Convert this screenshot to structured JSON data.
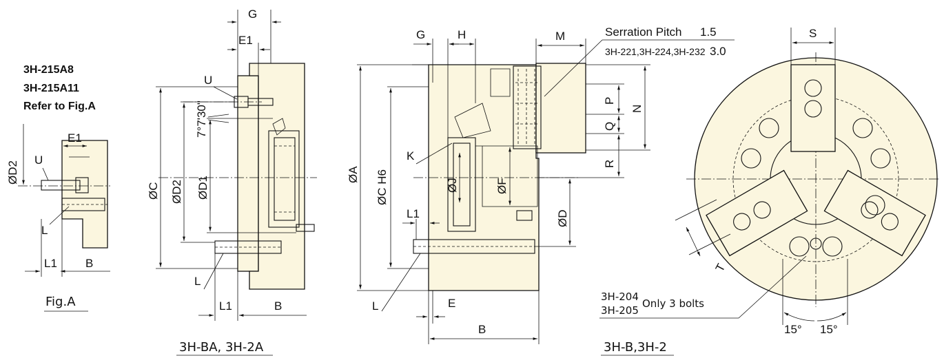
{
  "fig_a": {
    "models": [
      "3H-215A8",
      "3H-215A11"
    ],
    "note": "Refer to Fig.A",
    "caption": "Fig.A",
    "labels": {
      "d2": "ØD2",
      "e1": "E1",
      "u": "U",
      "l": "L",
      "l1": "L1",
      "b": "B"
    }
  },
  "view_ba": {
    "caption": "3H-BA, 3H-2A",
    "labels": {
      "g": "G",
      "e1": "E1",
      "u": "U",
      "angle": "7°7'30\"",
      "c": "ØC",
      "d2": "ØD2",
      "d1": "ØD1",
      "l": "L",
      "l1": "L1",
      "b": "B"
    }
  },
  "view_b": {
    "labels": {
      "g": "G",
      "h": "H",
      "m": "M",
      "a": "ØA",
      "c_h6": "ØC H6",
      "k": "K",
      "j": "ØJ",
      "f": "ØF",
      "d": "ØD",
      "l1": "L1",
      "l": "L",
      "e": "E",
      "b": "B",
      "p": "P",
      "q": "Q",
      "n": "N",
      "r": "R"
    },
    "serration_label": "Serration Pitch",
    "serration_value": "1.5",
    "serration_models": "3H-221,3H-224,3H-232",
    "serration_value_2": "3.0"
  },
  "view_front": {
    "caption": "3H-B,3H-2",
    "labels": {
      "s": "S",
      "t": "T",
      "angle_left": "15°",
      "angle_right": "15°"
    },
    "note_models": [
      "3H-204",
      "3H-205"
    ],
    "note_text": "Only 3 bolts"
  }
}
